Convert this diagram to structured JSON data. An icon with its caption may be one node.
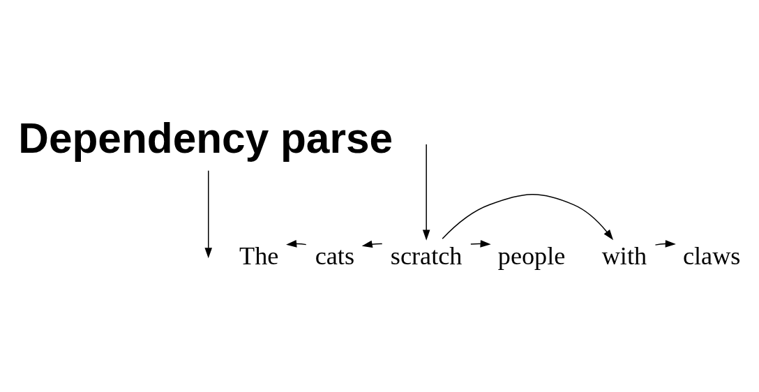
{
  "diagram": {
    "nodes": [
      {
        "text": [
          "Dependency parse"
        ]
      },
      {
        "text": [
          "The"
        ]
      },
      {
        "text": [
          "cats"
        ]
      },
      {
        "text": [
          "scratch"
        ]
      },
      {
        "text": [
          "people"
        ]
      },
      {
        "text": [
          "with"
        ]
      },
      {
        "text": [
          "claws"
        ]
      }
    ],
    "edges": [
      {
        "from": 0,
        "to": null,
        "arrow": "to"
      },
      {
        "from": null,
        "to": 3,
        "arrow": "to"
      },
      {
        "from": 2,
        "to": 1,
        "arrow": "to"
      },
      {
        "from": 3,
        "to": 2,
        "arrow": "to"
      },
      {
        "from": 3,
        "to": 4,
        "arrow": "to"
      },
      {
        "from": 3,
        "to": 5,
        "arrow": "to"
      },
      {
        "from": 5,
        "to": 6,
        "arrow": "to"
      }
    ]
  }
}
